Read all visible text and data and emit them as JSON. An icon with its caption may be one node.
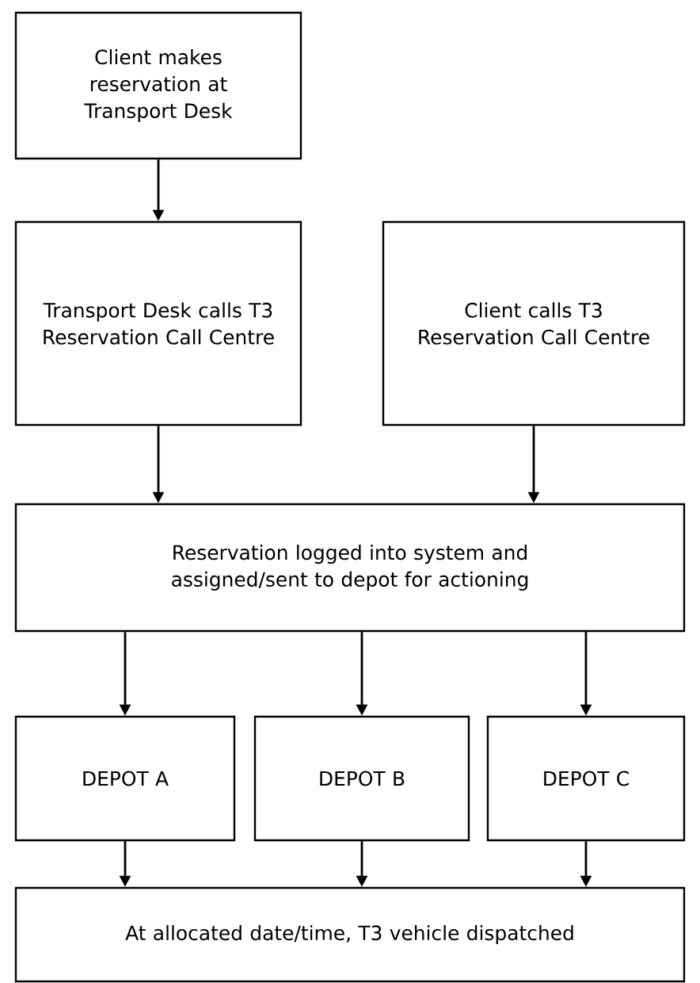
{
  "diagram": {
    "nodes": [
      {
        "text": [
          "Client makes reservation at Transport Desk"
        ]
      },
      {
        "text": [
          "Transport Desk calls T3 Reservation Call Centre"
        ]
      },
      {
        "text": [
          "Client calls T3 Reservation Call Centre"
        ]
      },
      {
        "text": [
          "Reservation logged into system and assigned/sent to depot for actioning"
        ]
      },
      {
        "text": [
          "DEPOT A"
        ]
      },
      {
        "text": [
          "DEPOT B"
        ]
      },
      {
        "text": [
          "DEPOT C"
        ]
      },
      {
        "text": [
          "At allocated date/time, T3 vehicle dispatched"
        ]
      }
    ],
    "edges": [
      {
        "from": 0,
        "to": 1,
        "arrow": "to"
      },
      {
        "from": 1,
        "to": 3,
        "arrow": "to"
      },
      {
        "from": 2,
        "to": 3,
        "arrow": "to"
      },
      {
        "from": 3,
        "to": 4,
        "arrow": "to"
      },
      {
        "from": 3,
        "to": 5,
        "arrow": "to"
      },
      {
        "from": 3,
        "to": 6,
        "arrow": "to"
      },
      {
        "from": 4,
        "to": 7,
        "arrow": "to"
      },
      {
        "from": 5,
        "to": 7,
        "arrow": "to"
      },
      {
        "from": 6,
        "to": 7,
        "arrow": "to"
      }
    ]
  }
}
